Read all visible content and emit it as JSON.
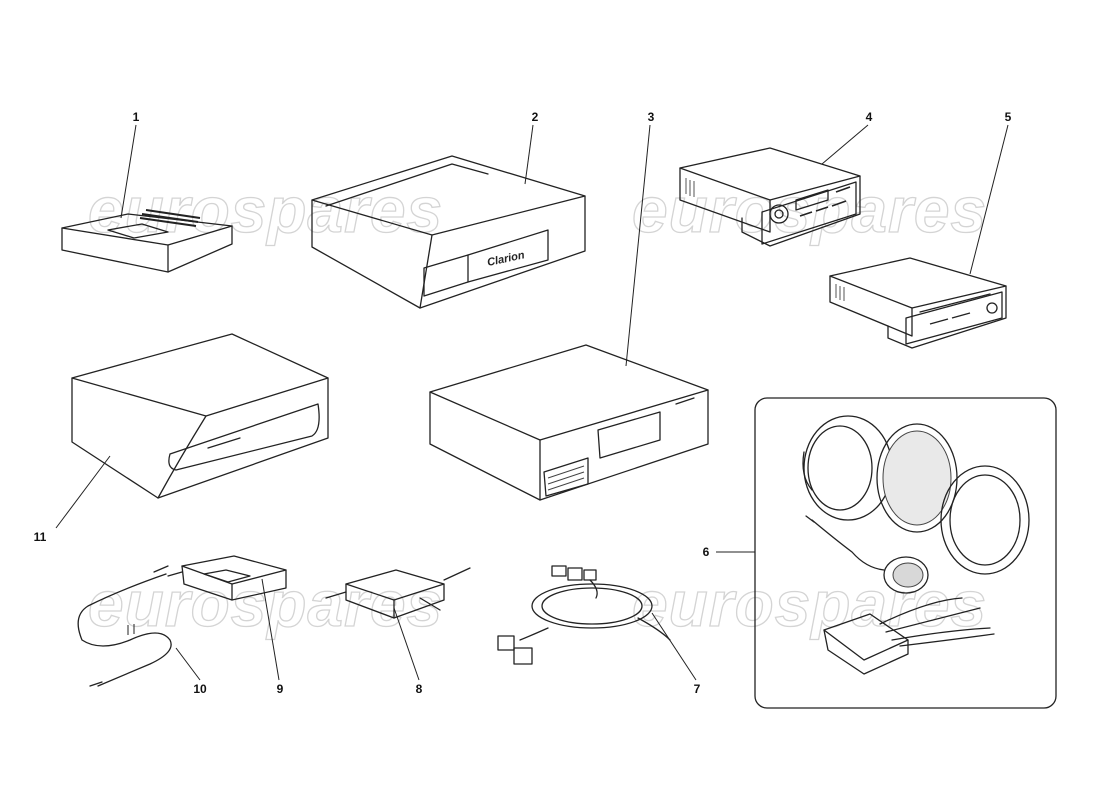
{
  "watermark": "eurospares",
  "brand_label": "Clarion",
  "callouts": [
    "1",
    "2",
    "3",
    "4",
    "5",
    "6",
    "7",
    "8",
    "9",
    "10",
    "11"
  ],
  "parts": [
    {
      "id": "1",
      "icon": "small-amplifier-icon"
    },
    {
      "id": "2",
      "icon": "clarion-cd-changer-icon"
    },
    {
      "id": "3",
      "icon": "alpine-cd-changer-icon"
    },
    {
      "id": "4",
      "icon": "radio-cassette-unit-icon"
    },
    {
      "id": "5",
      "icon": "cd-head-unit-icon"
    },
    {
      "id": "6",
      "icon": "speaker-kit-icon"
    },
    {
      "id": "7",
      "icon": "wiring-harness-icon"
    },
    {
      "id": "8",
      "icon": "filter-box-icon"
    },
    {
      "id": "9",
      "icon": "antenna-amplifier-icon"
    },
    {
      "id": "10",
      "icon": "antenna-cable-icon"
    },
    {
      "id": "11",
      "icon": "cd-changer-unit-icon"
    }
  ]
}
